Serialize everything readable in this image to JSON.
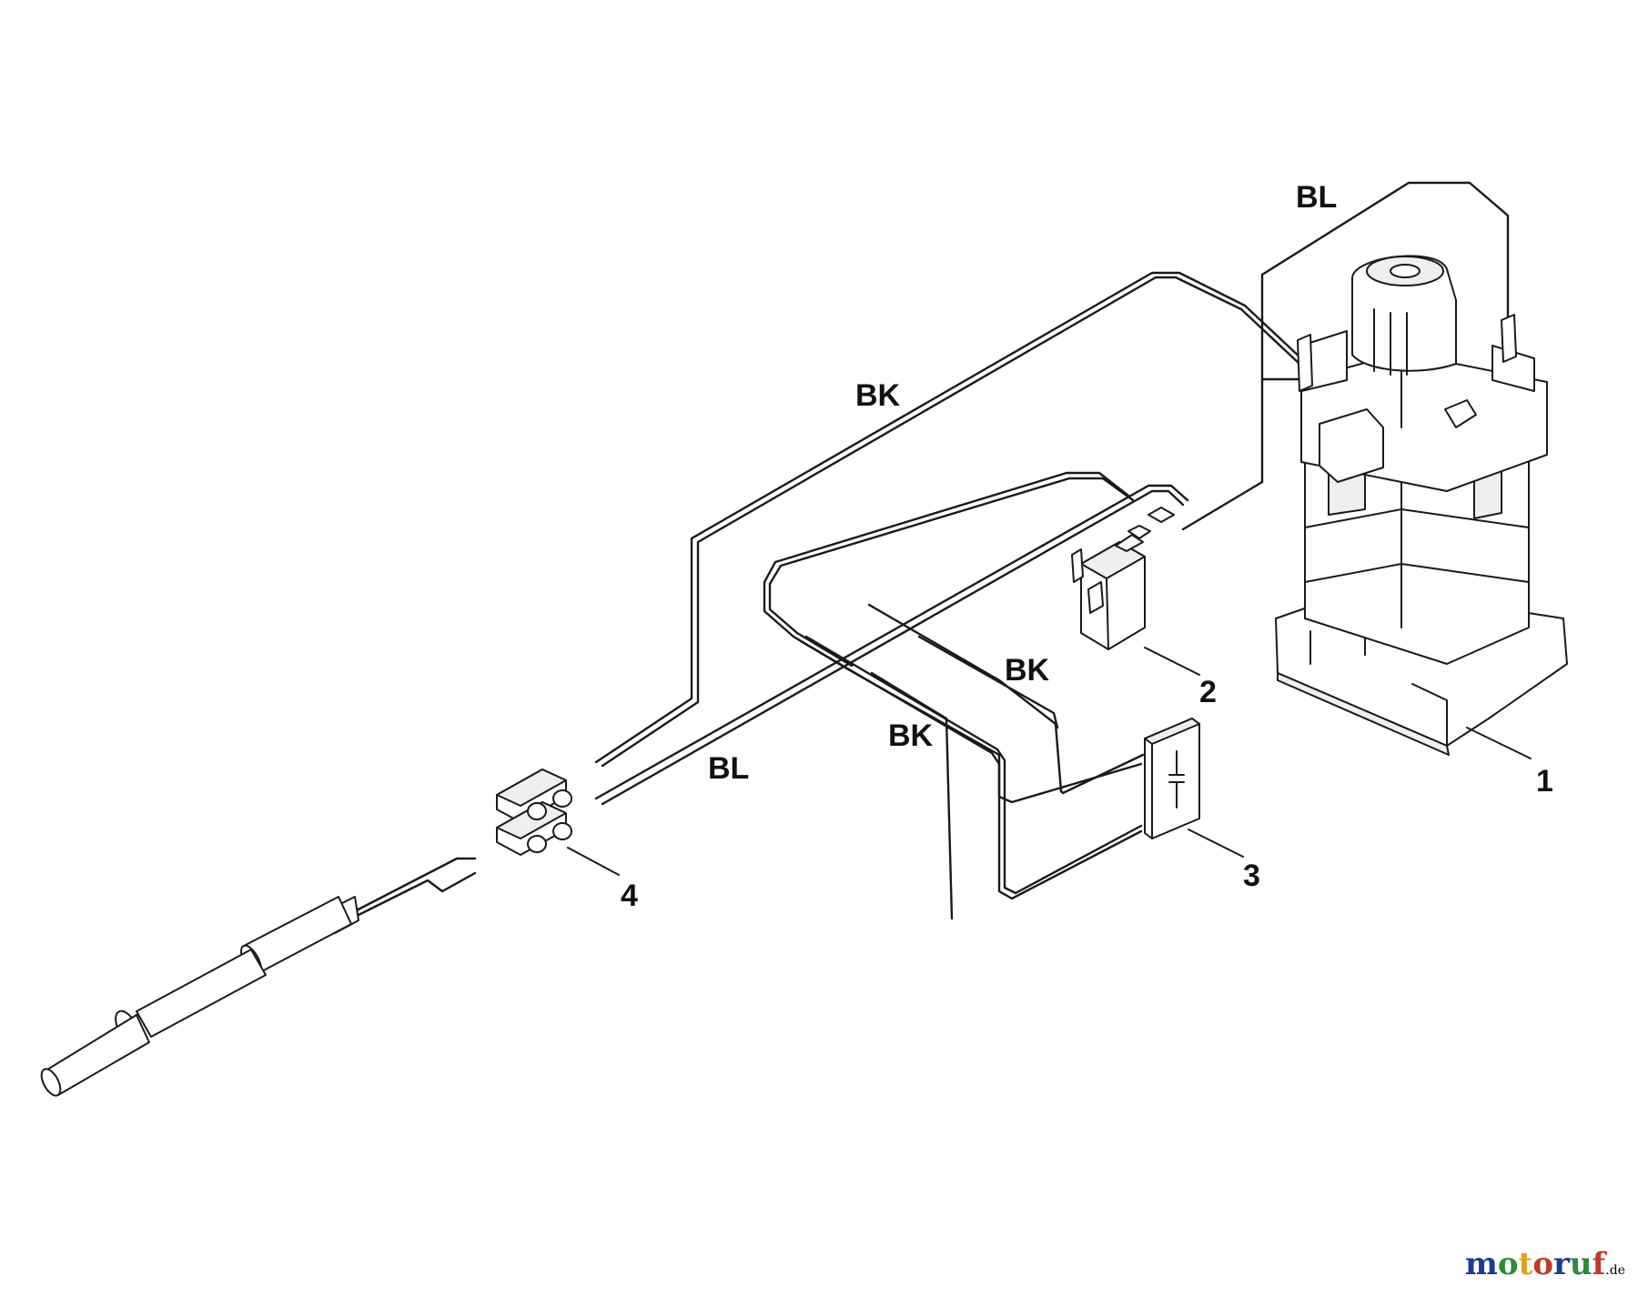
{
  "wire_labels": {
    "bl_top": "BL",
    "bk_upper": "BK",
    "bk_mid": "BK",
    "bk_lower": "BK",
    "bl_lower": "BL"
  },
  "callouts": {
    "motor": "1",
    "switch": "2",
    "capacitor": "3",
    "terminal": "4"
  },
  "watermark": {
    "text": "motoruf",
    "suffix": ".de",
    "colors": [
      "#1f3a93",
      "#2e8b3a",
      "#e0a020",
      "#c0392b",
      "#1f3a93",
      "#2e8b3a",
      "#c0392b"
    ]
  }
}
